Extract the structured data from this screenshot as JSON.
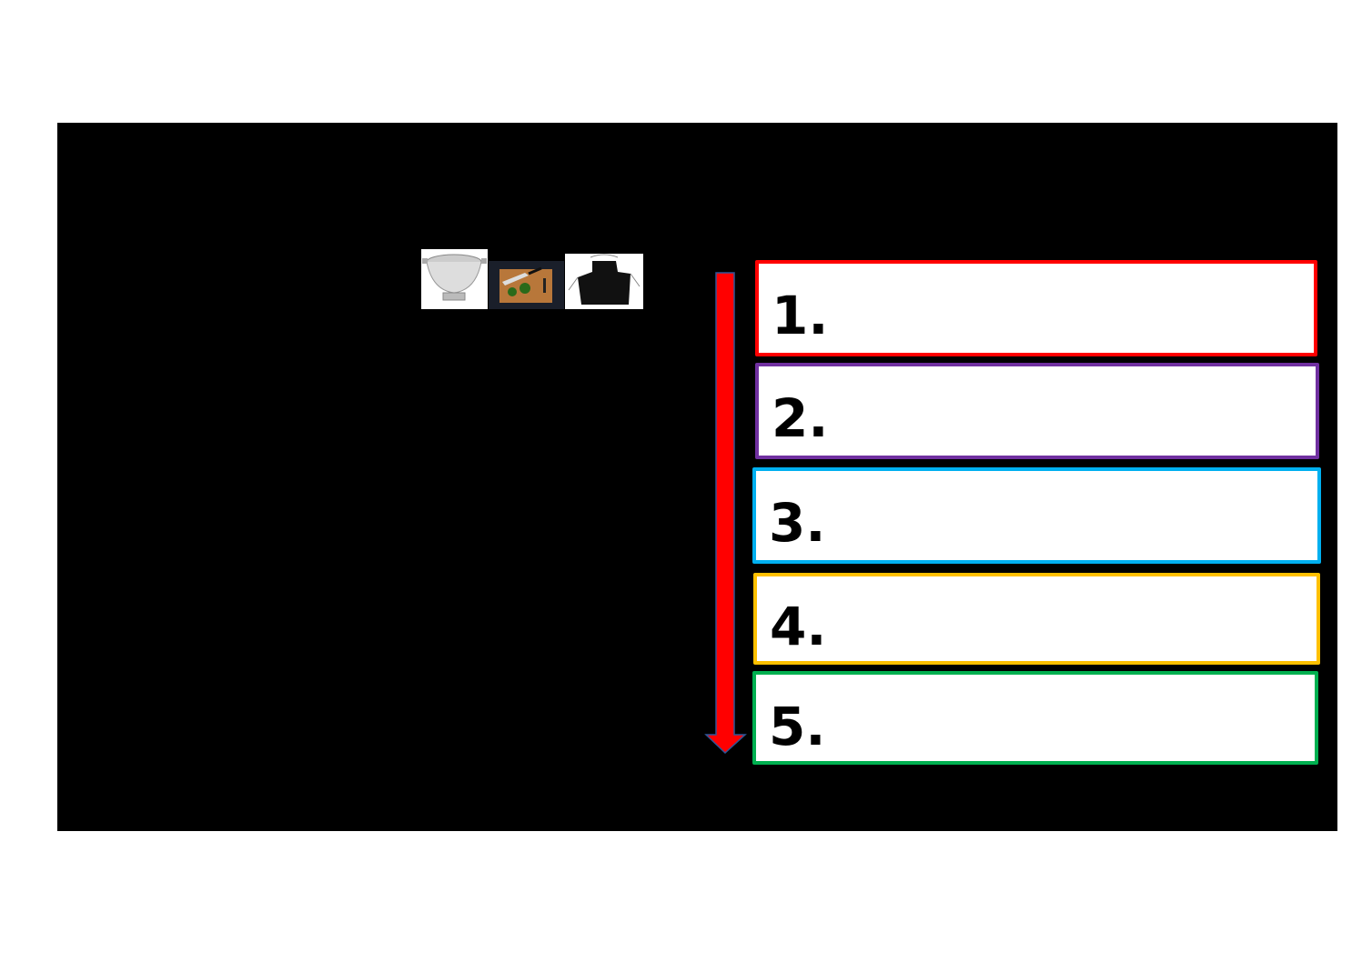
{
  "images": [
    {
      "icon": "colander-icon"
    },
    {
      "icon": "cutting-board-knife-icon"
    },
    {
      "icon": "apron-icon"
    }
  ],
  "steps": [
    {
      "label": "1.",
      "color": "#ff0000"
    },
    {
      "label": "2.",
      "color": "#7030a0"
    },
    {
      "label": "3.",
      "color": "#00b0f0"
    },
    {
      "label": "4.",
      "color": "#ffc000"
    },
    {
      "label": "5.",
      "color": "#00b050"
    }
  ],
  "arrow": {
    "color": "#ff0000",
    "outline": "#2f5597"
  }
}
